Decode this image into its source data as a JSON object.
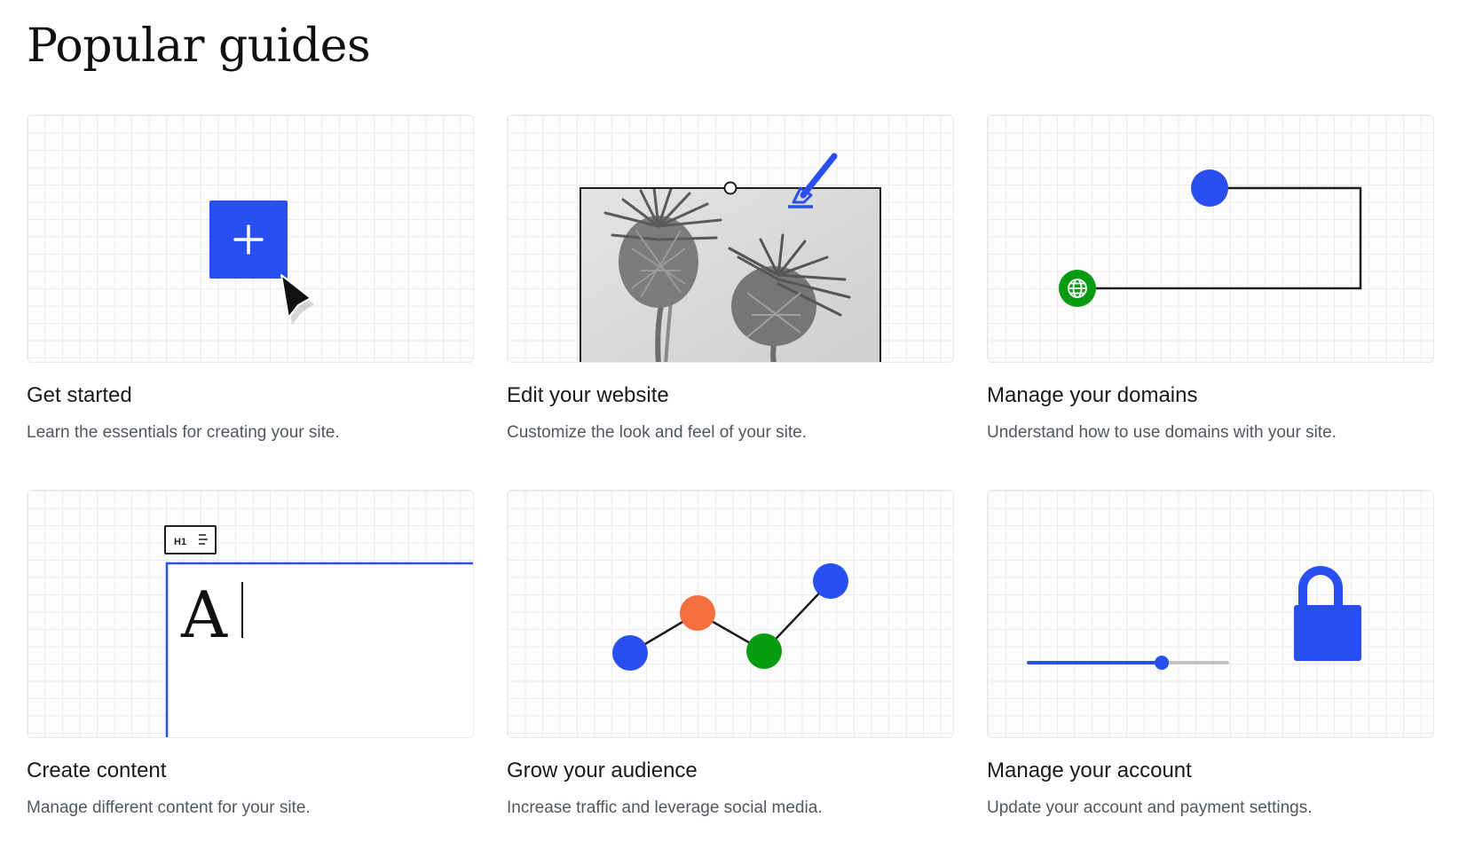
{
  "page_title": "Popular guides",
  "colors": {
    "accent_blue": "#2a4ff0",
    "green": "#079b11",
    "orange": "#f4703f",
    "text_dark": "#1a1a1a",
    "text_muted": "#50575e",
    "grid_line": "#ececec"
  },
  "guides": [
    {
      "title": "Get started",
      "description": "Learn the essentials for creating your site.",
      "illustration_icons": [
        "plus-icon",
        "cursor-arrow-icon"
      ]
    },
    {
      "title": "Edit your website",
      "description": "Customize the look and feel of your site.",
      "illustration_icons": [
        "brush-icon",
        "plant-photo"
      ]
    },
    {
      "title": "Manage your domains",
      "description": "Understand how to use domains with your site.",
      "illustration_icons": [
        "globe-icon"
      ]
    },
    {
      "title": "Create content",
      "description": "Manage different content for your site.",
      "heading_badge": "H1",
      "editor_letter": "A",
      "illustration_icons": [
        "align-icon",
        "text-cursor-icon"
      ]
    },
    {
      "title": "Grow your audience",
      "description": "Increase traffic and leverage social media.",
      "illustration_icons": [
        "growth-chart"
      ]
    },
    {
      "title": "Manage your account",
      "description": "Update your account and payment settings.",
      "slider_level": 0.67,
      "illustration_icons": [
        "lock-icon"
      ]
    }
  ]
}
